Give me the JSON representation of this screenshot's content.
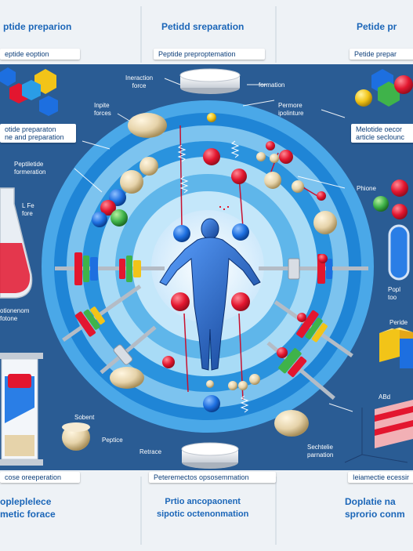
{
  "header": {
    "left_title": "ptide preparion",
    "center_title": "Petidd sreparation",
    "right_title": "Petide pr"
  },
  "label_boxes": {
    "left_top": "eptide eoption",
    "center_top": "Peptide preproptemation",
    "right_top": "Petide prepar",
    "left_mid": "otide preparaton\nne and preparation",
    "right_mid": "Melotide oecor\narticle seclounc"
  },
  "annotations": {
    "interaction_force": "Ineraction\nforce",
    "formation": "formation",
    "inpite_forces": "Inpite\nforces",
    "permore_ipolinture": "Permore\nipolinture",
    "peptide_formation": "Peptiletide\nformeration",
    "life_force": "L Fe\nfore",
    "phione": "Phione",
    "left_lower_caption": "otionenom\nfotone",
    "right_lower_caption": "Popl\ntoo",
    "right_mid_caption": "Peride",
    "sobent": "Sobent",
    "peptice": "Peptice",
    "retrace": "Retrace",
    "seeterie": "Sechtelie\nparnation",
    "abd": "ABd"
  },
  "footer": {
    "left_box": "cose oreeperation",
    "center_box": "Peteremectos opsosemmation",
    "right_box": "Ieiamectie ecessir",
    "left_big": "opleplelece\nmetic forace",
    "center_big": "Prtio ancopaonent\nsipotic octenonmation",
    "right_big": "Doplatie na\nsprorio conm"
  },
  "colors": {
    "panel_blue": "#2a5c94",
    "ring_light": "#9fd3f2",
    "ring_mid": "#45a6e6",
    "ring_dark": "#1f85d6",
    "atom_red": "#e3162f",
    "atom_blue": "#1d6fe0",
    "atom_green": "#3fb34a",
    "atom_tan": "#e6d3aa",
    "figure_blue": "#1f5fbf"
  },
  "icons": [
    "central-athlete-figure",
    "dumbbell-icon",
    "beaker-icon",
    "hourglass-icon",
    "hexagon-molecule-icon",
    "capsule-icon",
    "cube-icon"
  ]
}
